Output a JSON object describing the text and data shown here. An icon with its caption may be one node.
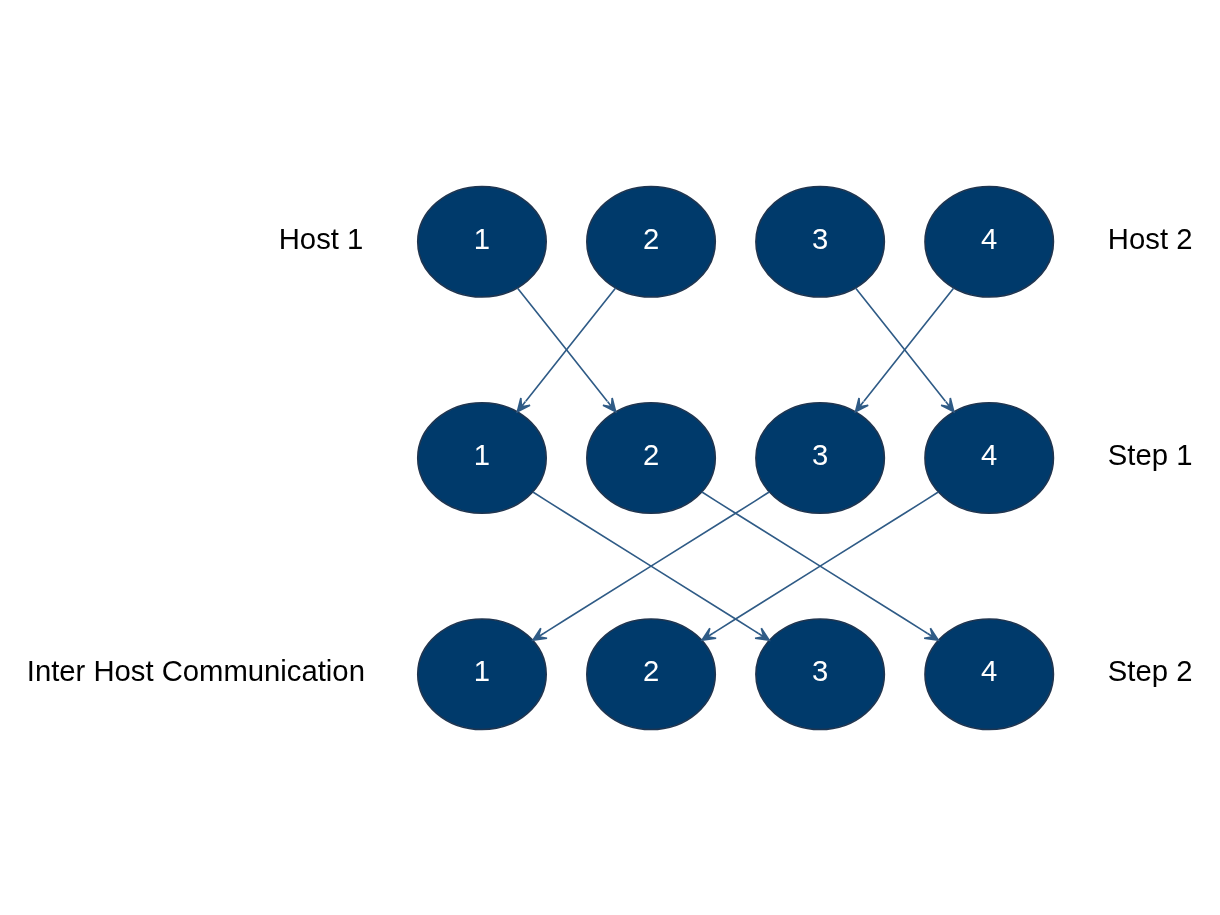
{
  "diagram": {
    "nodes": [
      {
        "text": [
          "1"
        ]
      },
      {
        "text": [
          "2"
        ]
      },
      {
        "text": [
          "3"
        ]
      },
      {
        "text": [
          "4"
        ]
      },
      {
        "text": [
          "1"
        ]
      },
      {
        "text": [
          "2"
        ]
      },
      {
        "text": [
          "3"
        ]
      },
      {
        "text": [
          "4"
        ]
      },
      {
        "text": [
          "1"
        ]
      },
      {
        "text": [
          "2"
        ]
      },
      {
        "text": [
          "3"
        ]
      },
      {
        "text": [
          "4"
        ]
      }
    ],
    "edges": [
      {
        "from": 0,
        "to": 5,
        "arrow": "to"
      },
      {
        "from": 1,
        "to": 4,
        "arrow": "to"
      },
      {
        "from": 2,
        "to": 7,
        "arrow": "to"
      },
      {
        "from": 3,
        "to": 6,
        "arrow": "to"
      },
      {
        "from": 4,
        "to": 10,
        "arrow": "to"
      },
      {
        "from": 5,
        "to": 11,
        "arrow": "to"
      },
      {
        "from": 6,
        "to": 8,
        "arrow": "to"
      },
      {
        "from": 7,
        "to": 9,
        "arrow": "to"
      }
    ],
    "labels": [
      "Host 1",
      "Host 2",
      "Step 1",
      "Inter Host Communication",
      "Step 2"
    ]
  }
}
